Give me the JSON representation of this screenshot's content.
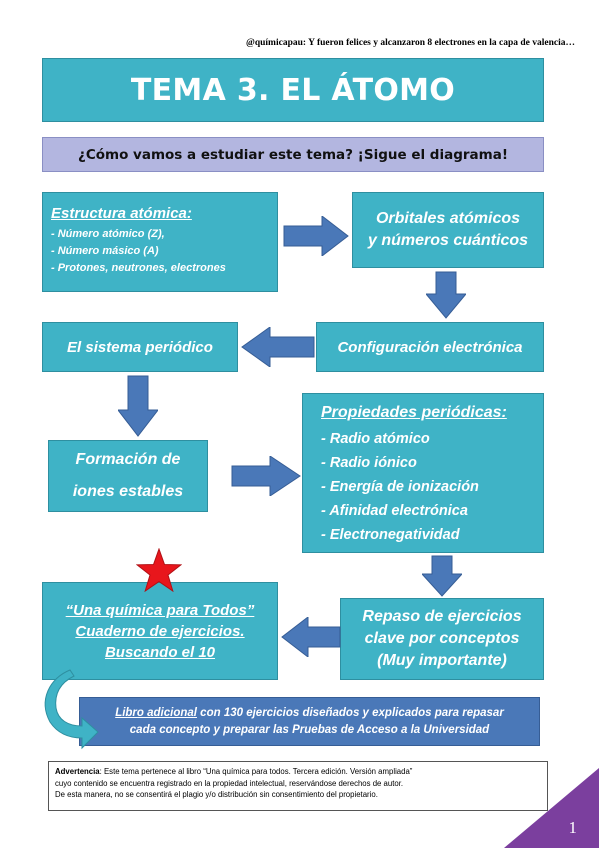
{
  "header": {
    "text": "@químicapau: Y fueron felices y alcanzaron 8 electrones en la capa de valencia…"
  },
  "title": "TEMA 3. EL ÁTOMO",
  "subtitle": "¿Cómo vamos a estudiar este tema? ¡Sigue el diagrama!",
  "diagram": {
    "estructura": {
      "heading": "Estructura atómica:",
      "items": [
        "- Número atómico (Z),",
        "- Número másico (A)",
        "- Protones, neutrones, electrones"
      ]
    },
    "orbitales": {
      "line1": "Orbitales atómicos",
      "line2": "y números cuánticos"
    },
    "configuracion": "Configuración electrónica",
    "sistema": "El sistema periódico",
    "iones": {
      "line1": "Formación de",
      "line2": "iones estables"
    },
    "propiedades": {
      "heading": "Propiedades periódicas:",
      "items": [
        "- Radio atómico",
        "- Radio iónico",
        "- Energía de ionización",
        "- Afinidad electrónica",
        "- Electronegatividad"
      ]
    },
    "cuaderno": {
      "line1": "“Una química para Todos”",
      "line2": "Cuaderno de ejercicios.",
      "line3": "Buscando el 10"
    },
    "repaso": {
      "line1": "Repaso de ejercicios",
      "line2": "clave por conceptos",
      "line3": "(Muy importante)"
    },
    "libro": {
      "link": "Libro adicional",
      "rest": " con 130 ejercicios diseñados y explicados para repasar",
      "line2": "cada concepto y preparar las Pruebas de Acceso a la Universidad"
    }
  },
  "warning": {
    "label": "Advertencia",
    "line1": ": Este tema pertenece al libro “Una química para todos. Tercera edición. Versión ampliada”",
    "line2": "cuyo contenido se encuentra registrado en la propiedad intelectual, reservándose derechos de autor.",
    "line3": "De esta manera, no se consentirá el plagio y/o distribución sin consentimiento del propietario."
  },
  "page_number": "1",
  "colors": {
    "box": "#3fb3c6",
    "subtitle_bg": "#b3b6e0",
    "arrow": "#4a78b8",
    "star": "#e8161c",
    "corner": "#7b3f9e"
  }
}
